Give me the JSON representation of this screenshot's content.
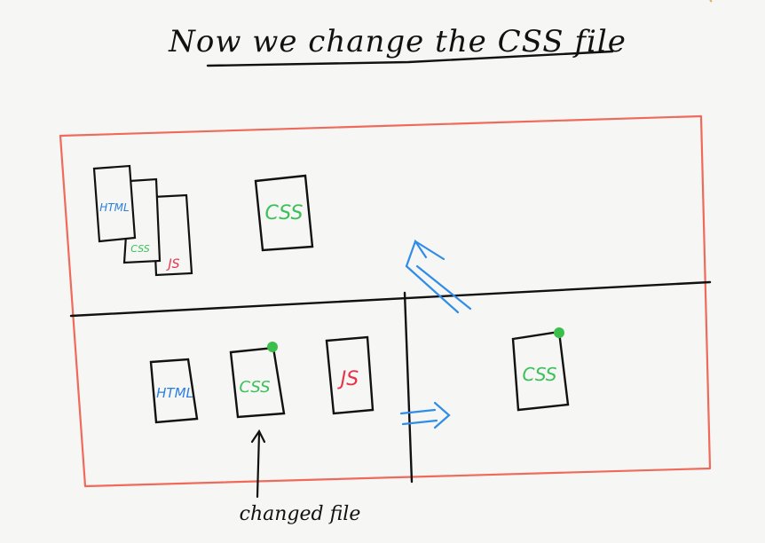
{
  "title": "Now we change the CSS file",
  "colors": {
    "ink": "#111111",
    "frame": "#ef6a5a",
    "html": "#2a7fe0",
    "css": "#3cc05a",
    "js": "#e8324a",
    "arrow": "#2f8de8",
    "marker": "#3ac04a"
  },
  "top_panel": {
    "stacked_files": {
      "html_label": "HTML",
      "css_label": "CSS",
      "js_label": "JS"
    },
    "css_file_label": "CSS"
  },
  "bottom_left_panel": {
    "html_label": "HTML",
    "css_label": "CSS",
    "js_label": "JS",
    "annotation": "changed file"
  },
  "bottom_right_panel": {
    "css_label": "CSS"
  }
}
